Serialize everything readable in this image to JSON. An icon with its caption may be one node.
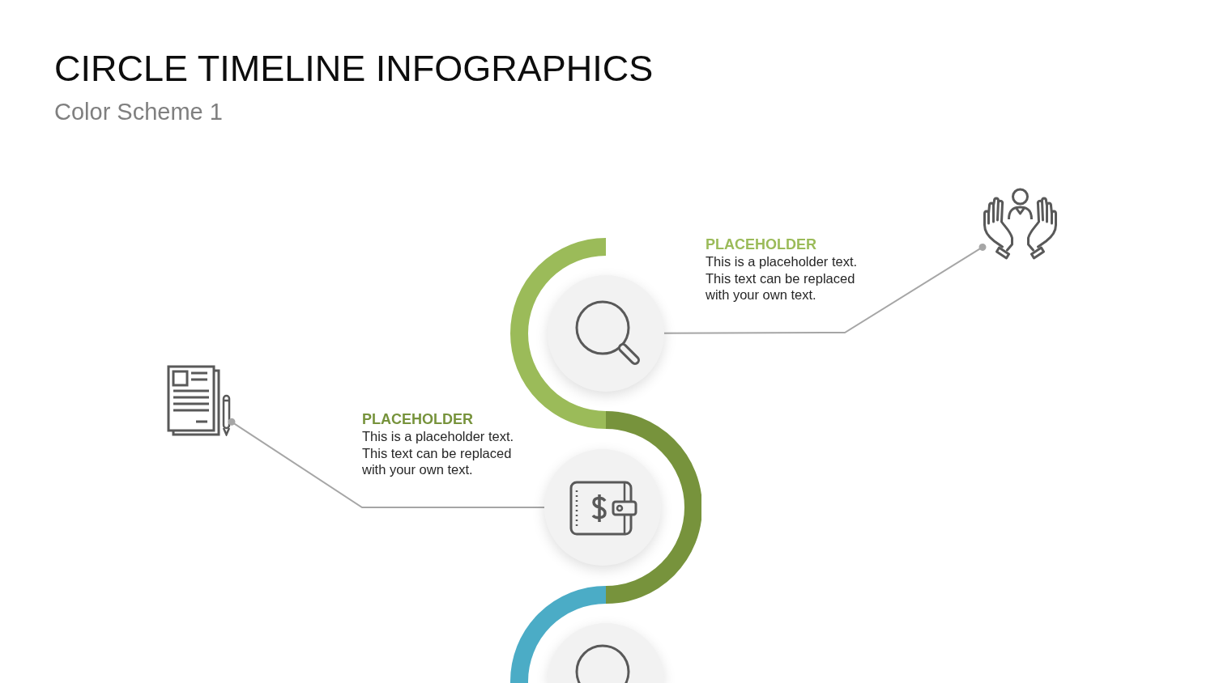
{
  "diagram": {
    "title": "CIRCLE TIMELINE INFOGRAPHICS",
    "nodes": [
      {
        "text": [],
        "shape": "circle",
        "beside": [
          "PLACEHOLDER",
          "This is a placeholder text. This text can be replaced with your own text."
        ]
      },
      {
        "text": [],
        "shape": "picture"
      },
      {
        "text": [],
        "shape": "circle",
        "beside": [
          "PLACEHOLDER",
          "This is a placeholder text. This text can be replaced with your own text."
        ]
      },
      {
        "text": [],
        "shape": "picture"
      },
      {
        "text": [],
        "shape": "circle"
      }
    ],
    "edges": [
      {
        "from": 0,
        "to": 1,
        "arrow": "other"
      },
      {
        "from": 2,
        "to": 3,
        "arrow": "other"
      }
    ],
    "labels": [
      "Color Scheme 1"
    ]
  }
}
